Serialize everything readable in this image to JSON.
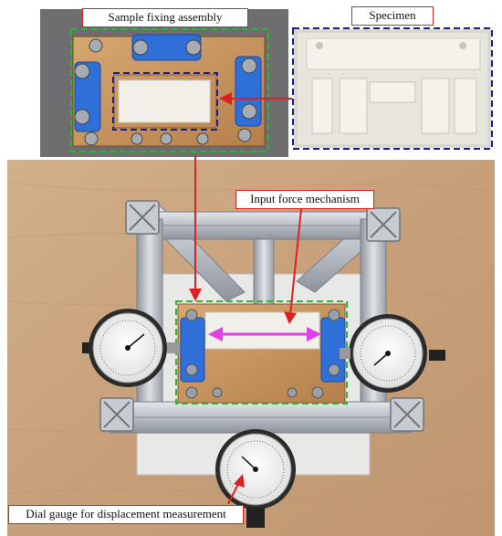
{
  "labels": {
    "sample_fixing_assembly": "Sample fixing assembly",
    "specimen": "Specimen",
    "input_force_mechanism": "Input force mechanism",
    "dial_gauge": "Dial gauge for displacement measurement"
  },
  "colors": {
    "label_border": "#e02020",
    "arrow_red": "#e02020",
    "green_dashed": "#2fb52f",
    "navy_dashed": "#1b1f8a",
    "magenta_arrow": "#e040e8",
    "blue_clamp": "#2f6fd8",
    "tabletop": "#c9a57e"
  }
}
